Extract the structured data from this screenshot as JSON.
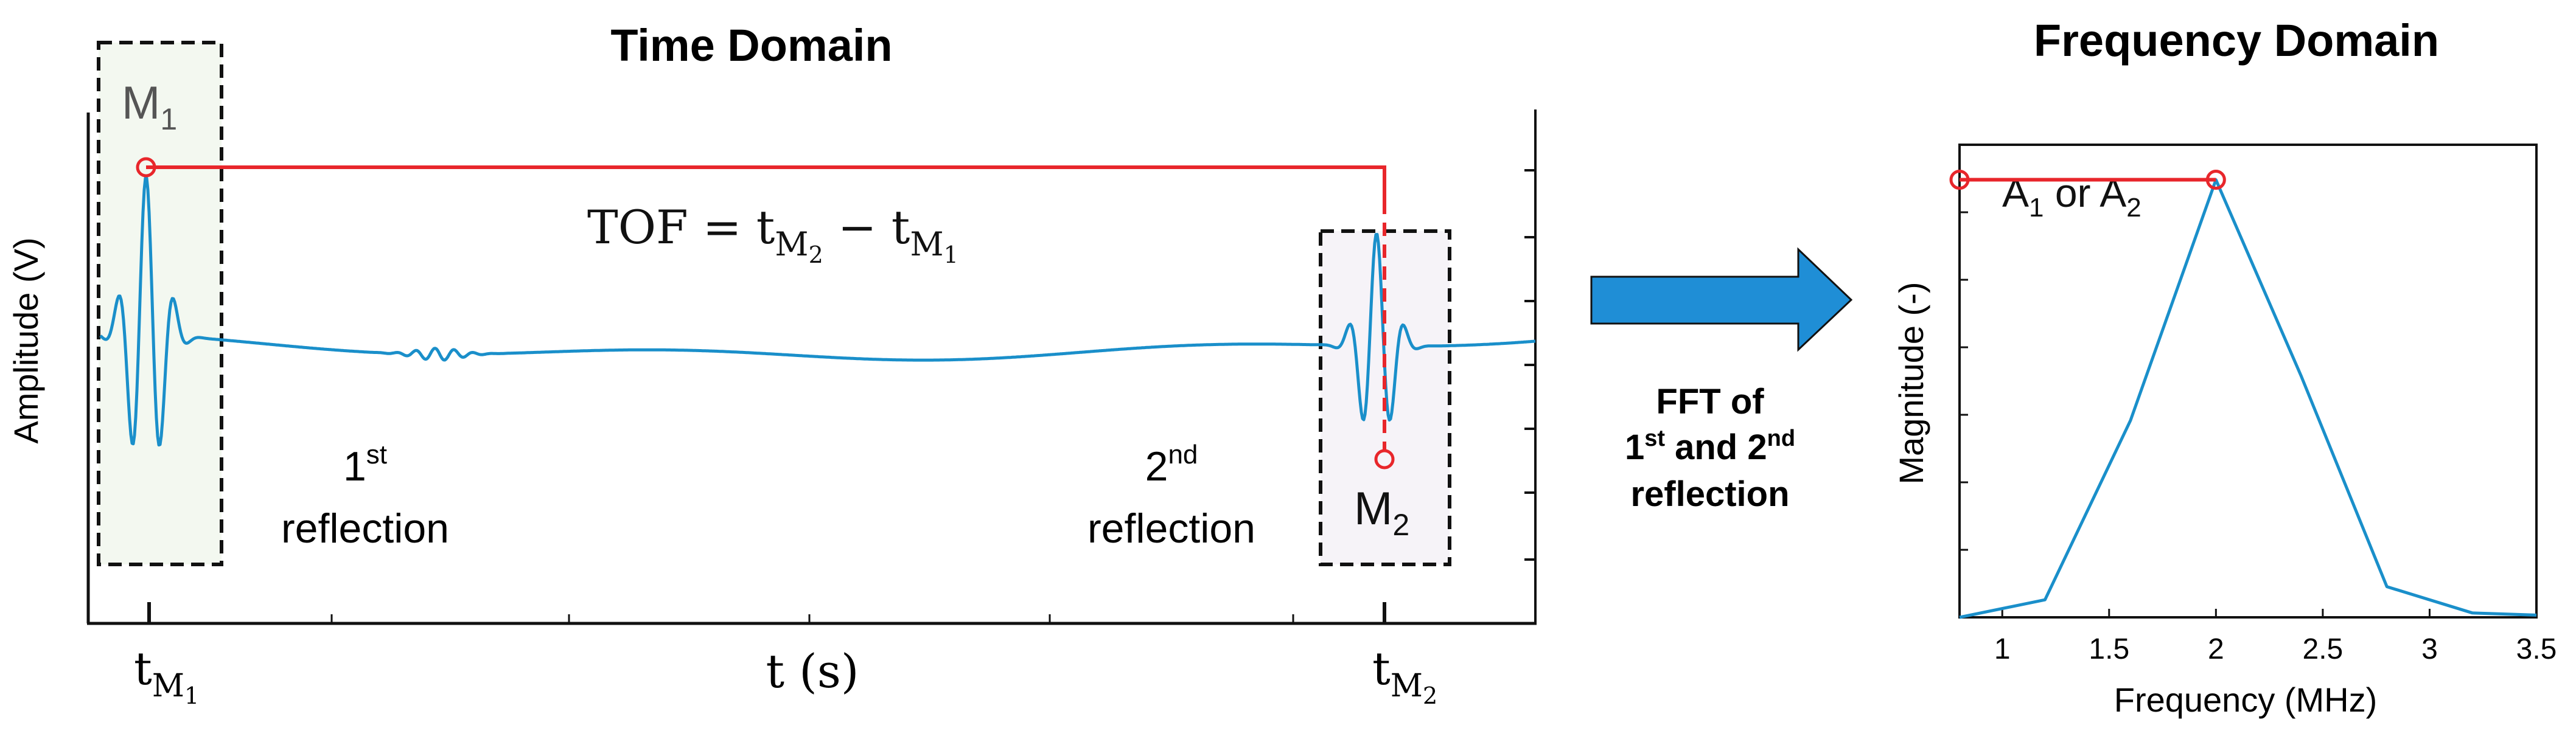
{
  "time_domain": {
    "title": "Time Domain",
    "ylabel": "Amplitude (V)",
    "xlabel": "t (s)",
    "marker1": {
      "base": "M",
      "sub": "1"
    },
    "marker2": {
      "base": "M",
      "sub": "2"
    },
    "tick1": {
      "base": "t",
      "sub": "M",
      "subsub": "1"
    },
    "tick2": {
      "base": "t",
      "sub": "M",
      "subsub": "2"
    },
    "tof": {
      "prefix": "TOF = t",
      "sub1": "M",
      "subsub1": "2",
      "minus": " − t",
      "sub2": "M",
      "subsub2": "1"
    },
    "reflection1": {
      "ordinal": "1",
      "suffix": "st",
      "word": "reflection"
    },
    "reflection2": {
      "ordinal": "2",
      "suffix": "nd",
      "word": "reflection"
    }
  },
  "arrow_label": {
    "line1": "FFT of",
    "line2_a": "1",
    "line2_a_sup": "st",
    "line2_mid": " and 2",
    "line2_b_sup": "nd",
    "line3": "reflection"
  },
  "frequency_domain": {
    "title": "Frequency Domain",
    "annotation": {
      "a1": "A",
      "a1_sub": "1",
      "mid": " or A",
      "a2_sub": "2"
    }
  },
  "colors": {
    "signal": "#1a8fca",
    "marker": "#e8262b",
    "arrow": "#1f8ed6",
    "box1_fill": "#f3f8f0",
    "box2_fill": "#f6f3f8"
  },
  "chart_data": {
    "type": "line",
    "title": "Frequency Domain",
    "xlabel": "Frequency (MHz)",
    "ylabel": "Magnitude (-)",
    "xlim": [
      0.8,
      3.5
    ],
    "ylim": [
      0,
      1.08
    ],
    "xticks": [
      "1",
      "1.5",
      "2",
      "2.5",
      "3",
      "3.5"
    ],
    "x": [
      0.8,
      1.2,
      1.6,
      2.0,
      2.4,
      2.8,
      3.2,
      3.5
    ],
    "y": [
      0.0,
      0.04,
      0.45,
      1.0,
      0.55,
      0.07,
      0.01,
      0.005
    ],
    "peak": {
      "x": 2.0,
      "y": 1.0
    }
  }
}
